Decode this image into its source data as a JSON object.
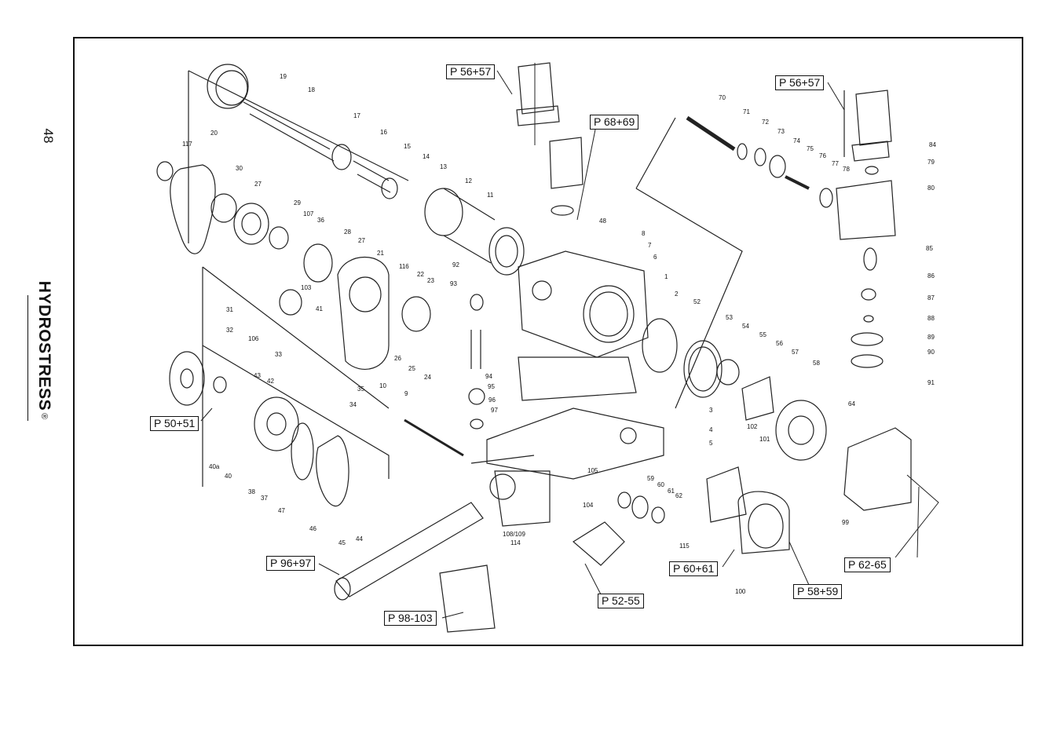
{
  "page_number": "48",
  "brand": {
    "name": "HYDROSTRESS",
    "registered_mark": "®"
  },
  "page_refs": [
    "P 56+57",
    "P 68+69",
    "P 56+57",
    "P 50+51",
    "P 96+97",
    "P 98-103",
    "P 52-55",
    "P 60+61",
    "P 58+59",
    "P 62-65"
  ],
  "part_numbers": [
    "19",
    "18",
    "20",
    "17",
    "16",
    "15",
    "14",
    "13",
    "12",
    "117",
    "30",
    "27",
    "29",
    "107",
    "36",
    "28",
    "27",
    "21",
    "11",
    "31",
    "103",
    "41",
    "116",
    "22",
    "23",
    "32",
    "106",
    "33",
    "43",
    "42",
    "26",
    "25",
    "24",
    "35",
    "34",
    "40a",
    "40",
    "38",
    "37",
    "47",
    "46",
    "45",
    "44",
    "92",
    "93",
    "94",
    "95",
    "96",
    "97",
    "10",
    "9",
    "48",
    "8",
    "7",
    "6",
    "1",
    "2",
    "52",
    "53",
    "54",
    "55",
    "56",
    "57",
    "58",
    "3",
    "102",
    "101",
    "64",
    "4",
    "5",
    "105",
    "104",
    "59",
    "60",
    "61",
    "62",
    "108/109",
    "114",
    "115",
    "100",
    "99",
    "70",
    "71",
    "72",
    "73",
    "74",
    "75",
    "76",
    "77",
    "78",
    "84",
    "79",
    "80",
    "85",
    "86",
    "87",
    "88",
    "89",
    "90",
    "91"
  ]
}
